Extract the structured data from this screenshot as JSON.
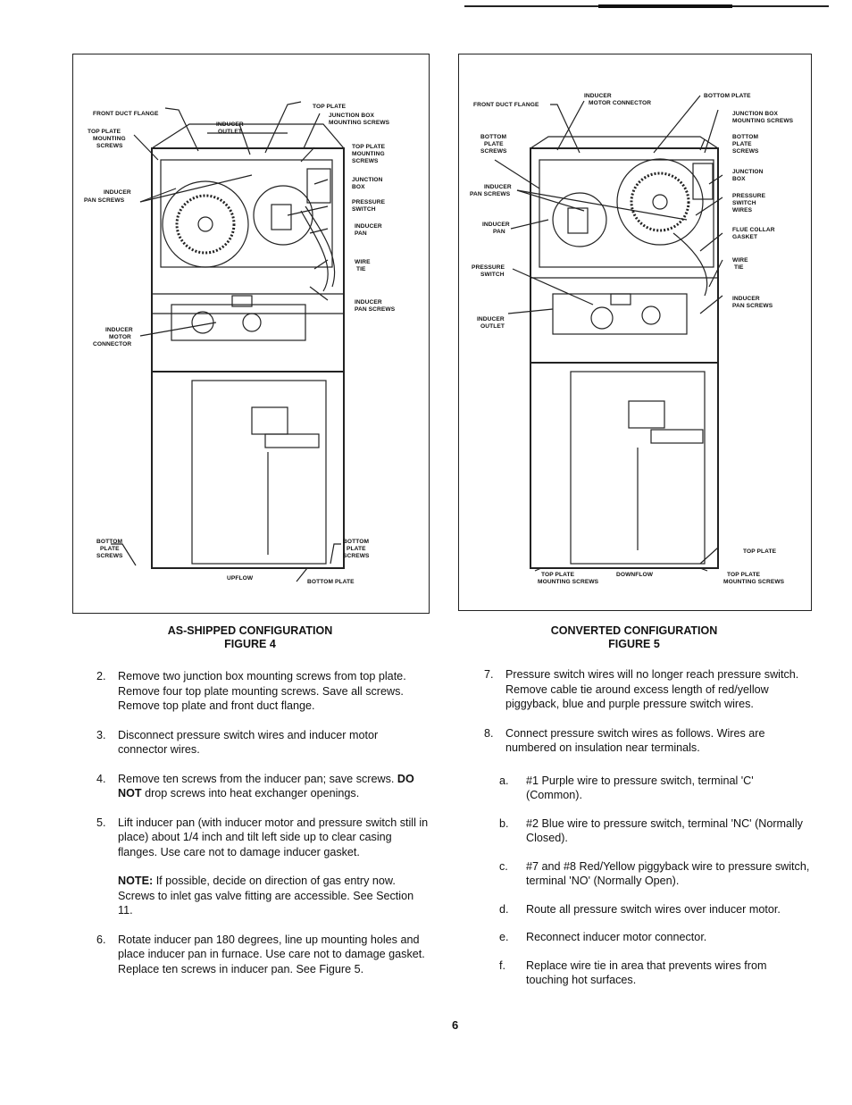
{
  "figure4": {
    "labels": {
      "front_duct_flange": "FRONT DUCT FLANGE",
      "top_plate": "TOP PLATE",
      "junction_box_mounting_screws_1": "JUNCTION BOX",
      "junction_box_mounting_screws_2": "MOUNTING SCREWS",
      "inducer_outlet_1": "INDUCER",
      "inducer_outlet_2": "OUTLET",
      "top_plate_mounting_screws_l1": "TOP PLATE",
      "top_plate_mounting_screws_l2": "MOUNTING",
      "top_plate_mounting_screws_l3": "SCREWS",
      "top_plate_mounting_screws_r1": "TOP PLATE",
      "top_plate_mounting_screws_r2": "MOUNTING",
      "top_plate_mounting_screws_r3": "SCREWS",
      "junction_box_1": "JUNCTION",
      "junction_box_2": "BOX",
      "inducer_pan_screws_1": "INDUCER",
      "inducer_pan_screws_2": "PAN SCREWS",
      "pressure_switch_1": "PRESSURE",
      "pressure_switch_2": "SWITCH",
      "inducer_pan_1": "INDUCER",
      "inducer_pan_2": "PAN",
      "wire_tie_1": "WIRE",
      "wire_tie_2": "TIE",
      "inducer_pan_screws_r1": "INDUCER",
      "inducer_pan_screws_r2": "PAN SCREWS",
      "inducer_motor_connector_1": "INDUCER",
      "inducer_motor_connector_2": "MOTOR",
      "inducer_motor_connector_3": "CONNECTOR",
      "bottom_plate_screws_l1": "BOTTOM",
      "bottom_plate_screws_l2": "PLATE",
      "bottom_plate_screws_l3": "SCREWS",
      "bottom_plate_screws_r1": "BOTTOM",
      "bottom_plate_screws_r2": "PLATE",
      "bottom_plate_screws_r3": "SCREWS",
      "upflow": "UPFLOW",
      "bottom_plate": "BOTTOM PLATE"
    },
    "caption_line1": "AS-SHIPPED CONFIGURATION",
    "caption_line2": "FIGURE 4"
  },
  "figure5": {
    "labels": {
      "front_duct_flange": "FRONT DUCT FLANGE",
      "inducer_motor_connector_1": "INDUCER",
      "inducer_motor_connector_2": "MOTOR CONNECTOR",
      "bottom_plate": "BOTTOM PLATE",
      "junction_box_mounting_screws_1": "JUNCTION BOX",
      "junction_box_mounting_screws_2": "MOUNTING SCREWS",
      "bottom_plate_screws_l1": "BOTTOM",
      "bottom_plate_screws_l2": "PLATE",
      "bottom_plate_screws_l3": "SCREWS",
      "bottom_plate_screws_r1": "BOTTOM",
      "bottom_plate_screws_r2": "PLATE",
      "bottom_plate_screws_r3": "SCREWS",
      "junction_box_1": "JUNCTION",
      "junction_box_2": "BOX",
      "inducer_pan_screws_1": "INDUCER",
      "inducer_pan_screws_2": "PAN SCREWS",
      "pressure_switch_wires_1": "PRESSURE",
      "pressure_switch_wires_2": "SWITCH",
      "pressure_switch_wires_3": "WIRES",
      "inducer_pan_1": "INDUCER",
      "inducer_pan_2": "PAN",
      "flue_collar_gasket_1": "FLUE COLLAR",
      "flue_collar_gasket_2": "GASKET",
      "pressure_switch_1": "PRESSURE",
      "pressure_switch_2": "SWITCH",
      "wire_tie_1": "WIRE",
      "wire_tie_2": "TIE",
      "inducer_pan_screws_r1": "INDUCER",
      "inducer_pan_screws_r2": "PAN SCREWS",
      "inducer_outlet_1": "INDUCER",
      "inducer_outlet_2": "OUTLET",
      "top_plate": "TOP PLATE",
      "top_plate_mounting_screws_l1": "TOP PLATE",
      "top_plate_mounting_screws_l2": "MOUNTING SCREWS",
      "downflow": "DOWNFLOW",
      "top_plate_mounting_screws_r1": "TOP PLATE",
      "top_plate_mounting_screws_r2": "MOUNTING SCREWS"
    },
    "caption_line1": "CONVERTED CONFIGURATION",
    "caption_line2": "FIGURE 5"
  },
  "left_steps": [
    {
      "num": "2.",
      "text": "Remove two junction box mounting screws from top plate. Remove four top plate mounting screws. Save all screws. Remove top plate and front duct flange."
    },
    {
      "num": "3.",
      "text": "Disconnect pressure switch wires and inducer motor connector wires."
    },
    {
      "num": "4.",
      "text_before": "Remove ten screws from the inducer pan; save screws.",
      "bold": "DO NOT",
      "text_after": "drop screws into heat exchanger openings."
    },
    {
      "num": "5.",
      "text": "Lift inducer pan (with inducer motor and pressure switch still in place) about 1/4 inch and tilt left side up to clear casing flanges. Use care not to damage inducer gasket."
    }
  ],
  "note": {
    "label": "NOTE:",
    "text": "If possible, decide on direction of gas entry now. Screws to inlet gas valve fitting are accessible. See Section 11."
  },
  "left_steps_after": [
    {
      "num": "6.",
      "text": "Rotate inducer pan 180 degrees, line up mounting holes and place inducer pan in furnace. Use care not to damage gasket. Replace ten screws in inducer pan. See Figure 5."
    }
  ],
  "right_steps": [
    {
      "num": "7.",
      "text": "Pressure switch wires will no longer reach pressure switch. Remove cable tie around excess length of red/yellow piggyback, blue and purple pressure switch wires."
    },
    {
      "num": "8.",
      "text": "Connect pressure switch wires as follows. Wires are numbered on insulation near terminals."
    }
  ],
  "sub_steps": [
    {
      "num": "a.",
      "text": "#1 Purple wire to pressure switch, terminal 'C' (Common)."
    },
    {
      "num": "b.",
      "text": "#2 Blue wire to pressure switch, terminal 'NC' (Normally Closed)."
    },
    {
      "num": "c.",
      "text": "#7 and #8 Red/Yellow piggyback wire to pressure switch, terminal 'NO' (Normally Open)."
    },
    {
      "num": "d.",
      "text": "Route all pressure switch wires over inducer motor."
    },
    {
      "num": "e.",
      "text": "Reconnect inducer motor connector."
    },
    {
      "num": "f.",
      "text": "Replace wire tie in area that prevents wires from touching hot surfaces."
    }
  ],
  "page_number": "6"
}
